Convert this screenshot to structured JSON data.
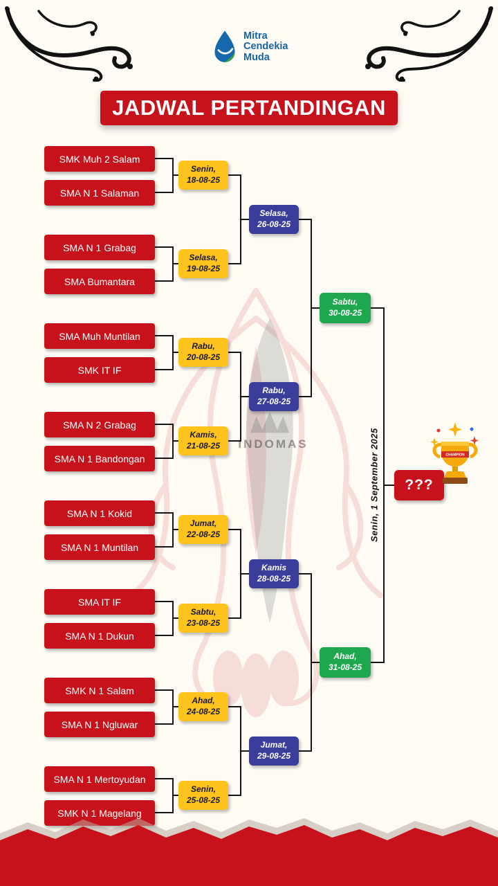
{
  "title": "JADWAL PERTANDINGAN",
  "logo": {
    "line1": "Mitra",
    "line2": "Cendekia",
    "line3": "Muda"
  },
  "colors": {
    "red": "#C8121B",
    "yellow": "#FFC31E",
    "blue": "#3A3D99",
    "green": "#1EA74D"
  },
  "bracket": {
    "matches": [
      {
        "t1": "SMK Muh 2 Salam",
        "t2": "SMA N 1 Salaman",
        "d1": "Senin,",
        "d2": "18-08-25"
      },
      {
        "t1": "SMA N 1 Grabag",
        "t2": "SMA Bumantara",
        "d1": "Selasa,",
        "d2": "19-08-25"
      },
      {
        "t1": "SMA Muh Muntilan",
        "t2": "SMK IT IF",
        "d1": "Rabu,",
        "d2": "20-08-25"
      },
      {
        "t1": "SMA N 2 Grabag",
        "t2": "SMA N 1 Bandongan",
        "d1": "Kamis,",
        "d2": "21-08-25"
      },
      {
        "t1": "SMA N 1 Kokid",
        "t2": "SMA N 1 Muntilan",
        "d1": "Jumat,",
        "d2": "22-08-25"
      },
      {
        "t1": "SMA IT IF",
        "t2": "SMA N 1 Dukun",
        "d1": "Sabtu,",
        "d2": "23-08-25"
      },
      {
        "t1": "SMK N 1 Salam",
        "t2": "SMA N 1 Ngluwar",
        "d1": "Ahad,",
        "d2": "24-08-25"
      },
      {
        "t1": "SMA N 1 Mertoyudan",
        "t2": "SMK N 1 Magelang",
        "d1": "Senin,",
        "d2": "25-08-25"
      }
    ],
    "quarterfinals": [
      {
        "d1": "Selasa,",
        "d2": "26-08-25"
      },
      {
        "d1": "Rabu,",
        "d2": "27-08-25"
      },
      {
        "d1": "Kamis",
        "d2": "28-08-25"
      },
      {
        "d1": "Jumat,",
        "d2": "29-08-25"
      }
    ],
    "semifinals": [
      {
        "d1": "Sabtu,",
        "d2": "30-08-25"
      },
      {
        "d1": "Ahad,",
        "d2": "31-08-25"
      }
    ],
    "final": {
      "winner_label": "???",
      "date_vertical": "Senin, 1 September 2025",
      "trophy_ribbon": "CHAMPION"
    }
  },
  "watermark": {
    "text": "INDOMAS"
  }
}
